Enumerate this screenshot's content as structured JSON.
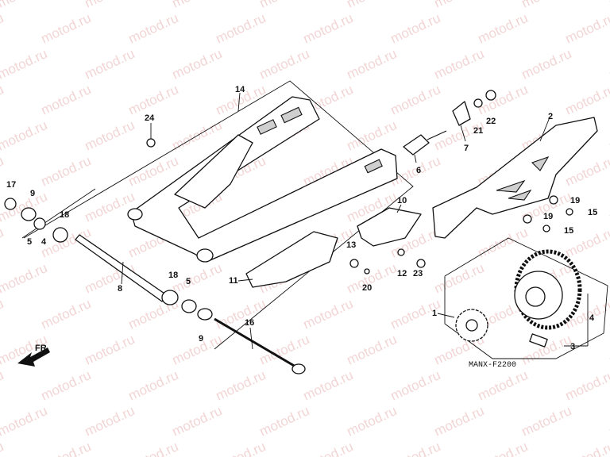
{
  "diagram": {
    "caption": "MANX-F2200",
    "front_label": "FR.",
    "watermark": "motod.ru",
    "callouts": [
      "1",
      "2",
      "3",
      "4",
      "5",
      "6",
      "7",
      "8",
      "9",
      "9",
      "10",
      "11",
      "12",
      "13",
      "14",
      "15",
      "15",
      "16",
      "17",
      "18",
      "18",
      "19",
      "19",
      "20",
      "21",
      "22",
      "23",
      "24",
      "4",
      "5"
    ]
  }
}
